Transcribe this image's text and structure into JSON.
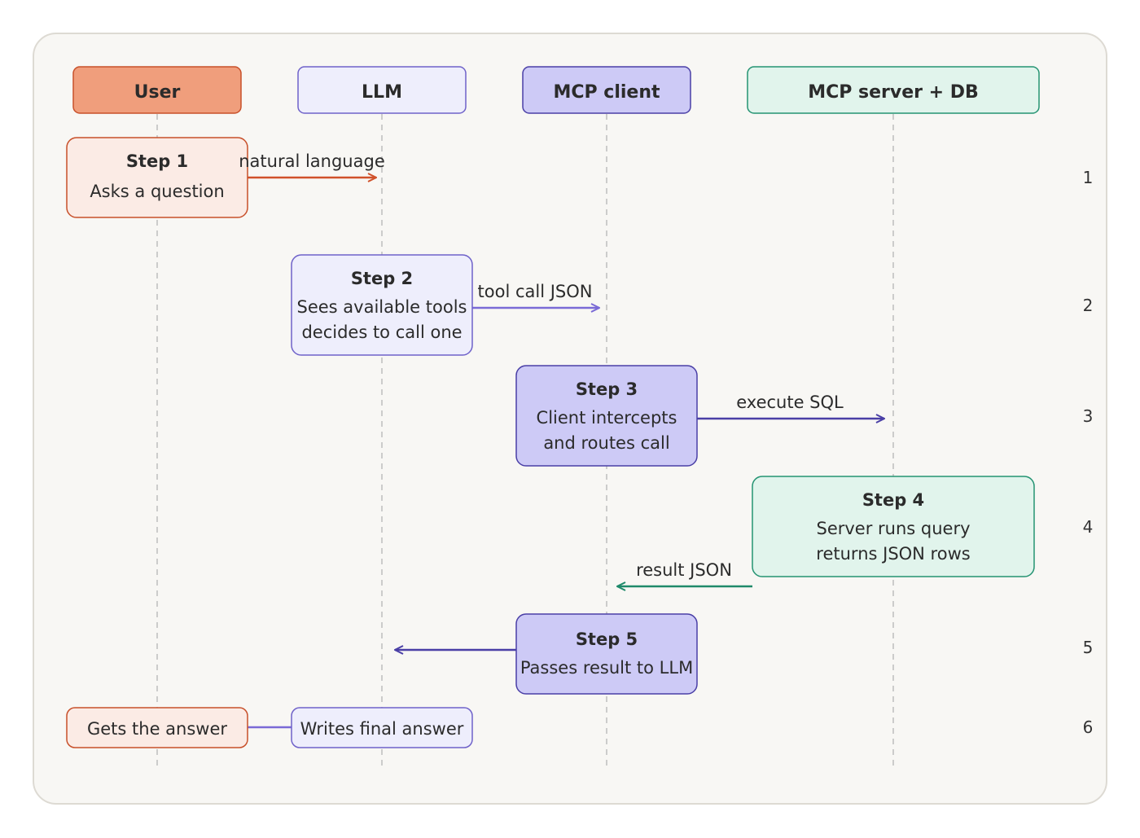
{
  "colors": {
    "frame_bg": "#f8f7f4",
    "frame_border": "#dddad3",
    "lifeline": "#bdbdbd",
    "user_fill": "#f09e7c",
    "user_stroke": "#c8502a",
    "user_light_fill": "#fbebe5",
    "llm_fill": "#eeeefc",
    "llm_stroke": "#6f62c9",
    "mcp_client_fill": "#cdcaf6",
    "mcp_client_stroke": "#4a3fa6",
    "mcp_server_fill": "#e1f4ec",
    "mcp_server_stroke": "#249372",
    "arrow_user": "#d0512a",
    "arrow_llm": "#7a6ad6",
    "arrow_client": "#4a3fa6",
    "arrow_server": "#1f8a6a"
  },
  "participants": {
    "user": "User",
    "llm": "LLM",
    "mcp_client": "MCP client",
    "mcp_server": "MCP server + DB"
  },
  "steps": {
    "step1": {
      "title": "Step 1",
      "line1": "Asks a question"
    },
    "step2": {
      "title": "Step 2",
      "line1": "Sees available tools",
      "line2": "decides to call one"
    },
    "step3": {
      "title": "Step 3",
      "line1": "Client intercepts",
      "line2": "and routes call"
    },
    "step4": {
      "title": "Step 4",
      "line1": "Server runs query",
      "line2": "returns JSON rows"
    },
    "step5": {
      "title": "Step 5",
      "line1": "Passes result to LLM"
    },
    "final_user": "Gets the answer",
    "final_llm": "Writes final answer"
  },
  "messages": {
    "m1": "natural language",
    "m2": "tool call JSON",
    "m3": "execute SQL",
    "m4": "result JSON"
  },
  "row_numbers": [
    "1",
    "2",
    "3",
    "4",
    "5",
    "6"
  ]
}
